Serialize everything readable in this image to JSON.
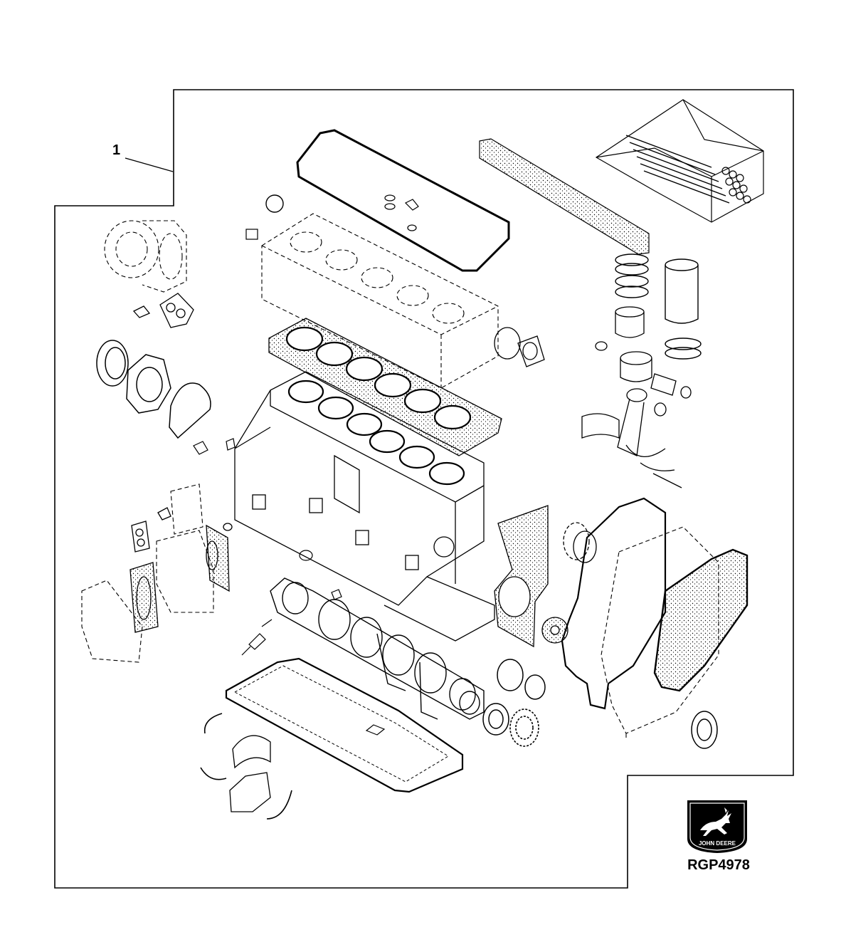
{
  "diagram": {
    "callout_number": "1",
    "figure_ref": "RGP4978",
    "brand_logo": {
      "icon": "john-deere-leaping-deer-logo",
      "wordmark": "JOHN DEERE"
    },
    "colors": {
      "ink": "#000000",
      "background": "#ffffff"
    }
  }
}
